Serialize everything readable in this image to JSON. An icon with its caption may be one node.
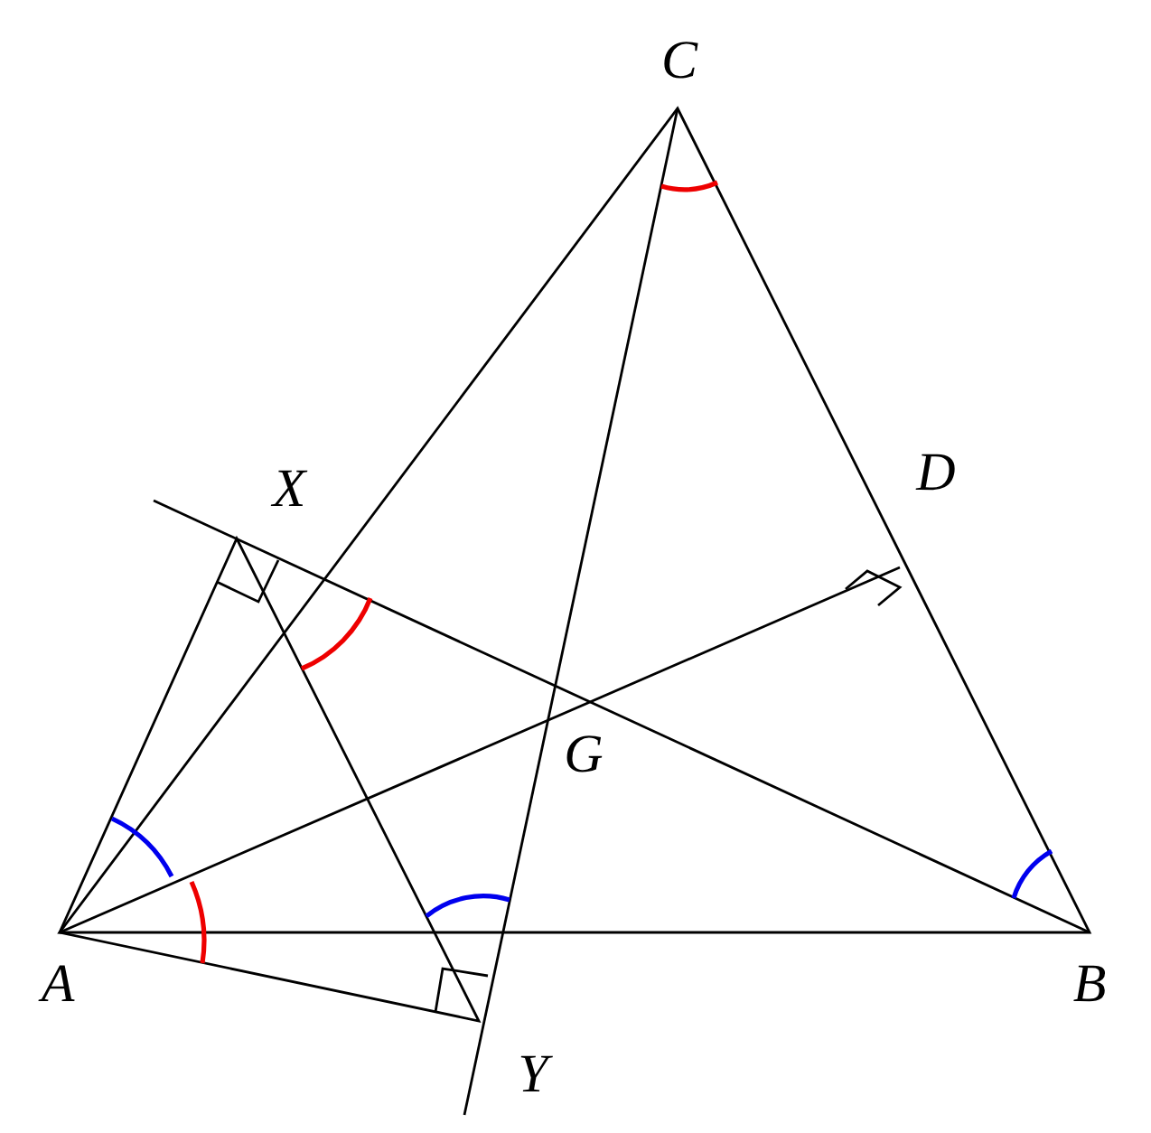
{
  "diagram": {
    "labels": [
      "C",
      "X",
      "D",
      "G",
      "A",
      "B",
      "Y"
    ]
  }
}
